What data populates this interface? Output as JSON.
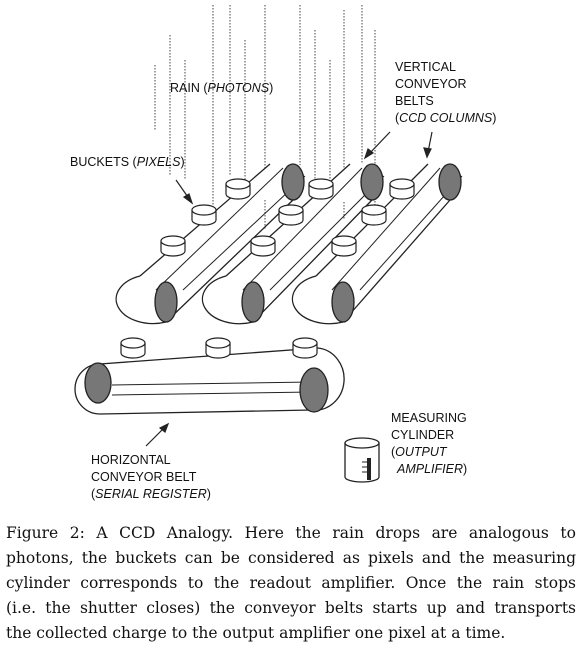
{
  "labels": {
    "rain": {
      "text": "RAIN (",
      "em": "PHOTONS",
      "close": ")"
    },
    "buckets": {
      "text": "BUCKETS (",
      "em": "PIXELS",
      "close": ")"
    },
    "vertical": {
      "line1": "VERTICAL",
      "line2": "CONVEYOR",
      "line3": "BELTS",
      "em": "CCD COLUMNS"
    },
    "horizontal": {
      "line1": "HORIZONTAL",
      "line2": "CONVEYOR BELT",
      "em": "SERIAL REGISTER"
    },
    "measuring": {
      "line1": "MEASURING",
      "line2": "CYLINDER",
      "em1": "OUTPUT",
      "em2": "AMPLIFIER"
    }
  },
  "caption": {
    "lines": [
      "Figure 2: A CCD Analogy. Here the rain drops are analogous to",
      "photons, the buckets can be considered as pixels and the measuring",
      "cylinder corresponds to the readout amplifier. Once the rain stops",
      "(i.e. the shutter closes) the conveyor belts starts up and transports",
      "the collected charge to the output amplifier one pixel at a time."
    ]
  }
}
